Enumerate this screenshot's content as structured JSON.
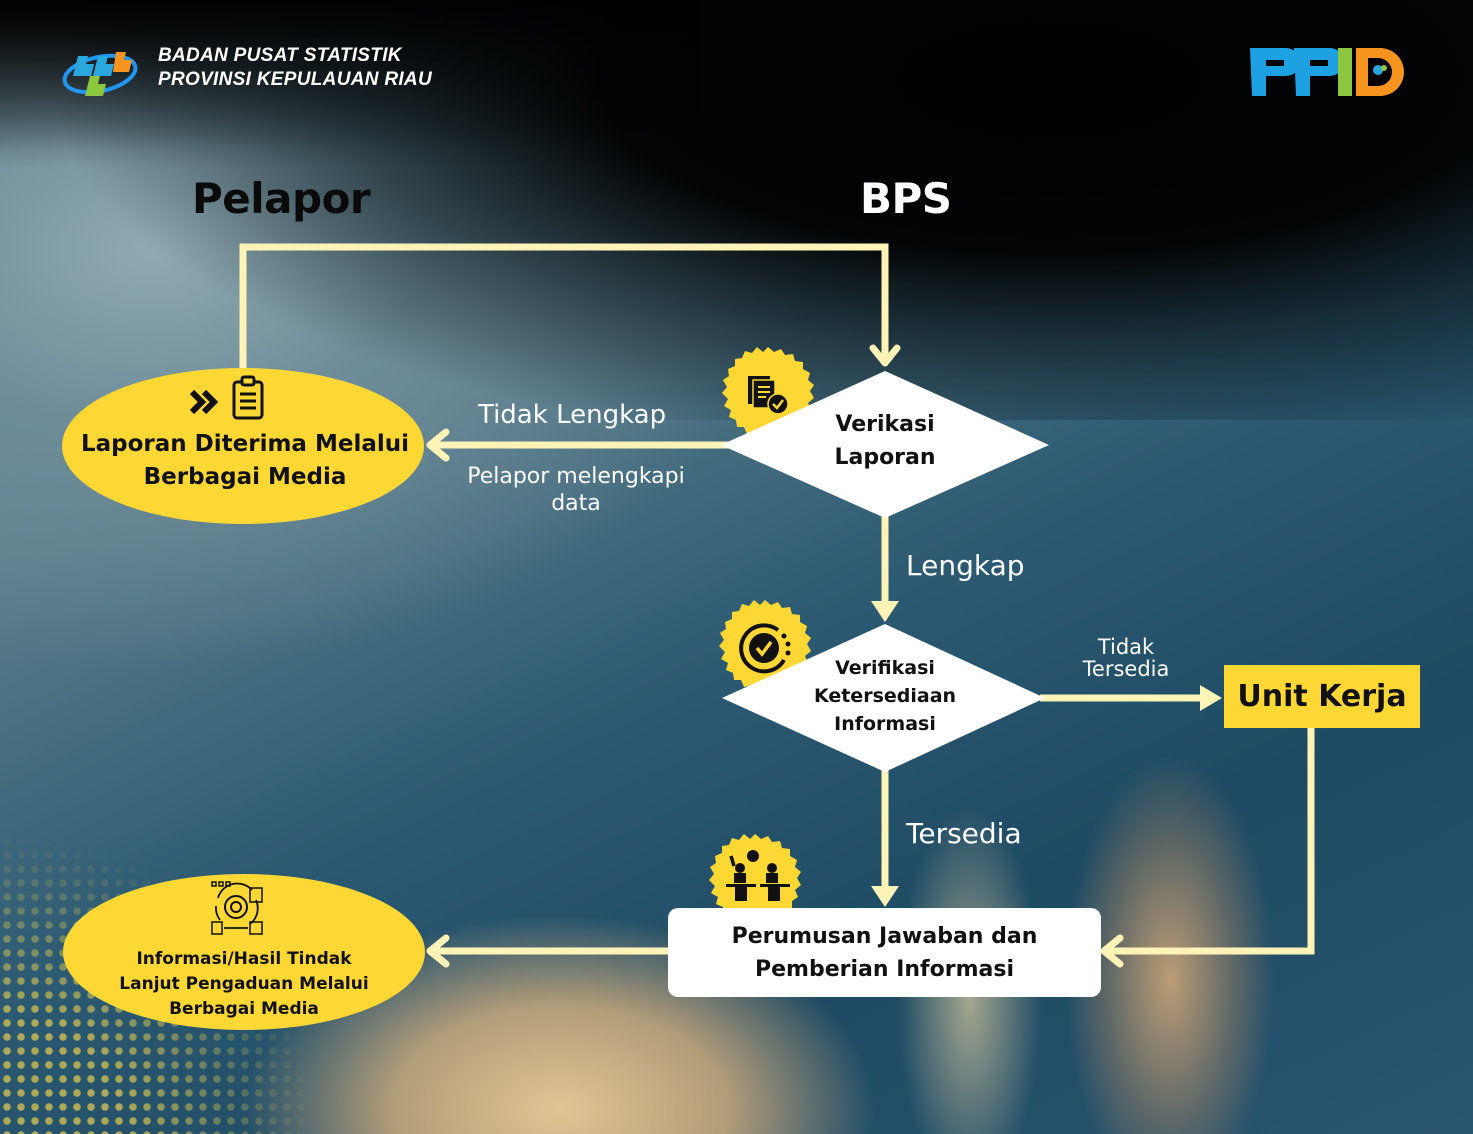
{
  "header": {
    "org_line1": "BADAN PUSAT STATISTIK",
    "org_line2": "PROVINSI KEPULAUAN RIAU",
    "logo_left": "bps-logo-icon",
    "logo_right": "ppid-logo-icon"
  },
  "columns": {
    "left": "Pelapor",
    "right": "BPS"
  },
  "nodes": {
    "laporan": {
      "shape": "ellipse",
      "line1": "Laporan Diterima Melalui",
      "line2": "Berbagai Media",
      "icon": "clipboard-forward-icon"
    },
    "verikasi": {
      "shape": "diamond",
      "line1": "Verikasi",
      "line2": "Laporan",
      "icon": "document-check-icon"
    },
    "verifikasi": {
      "shape": "diamond",
      "line1": "Verifikasi",
      "line2": "Ketersediaan",
      "line3": "Informasi",
      "icon": "progress-check-icon"
    },
    "unit_kerja": {
      "shape": "rectangle",
      "label": "Unit Kerja"
    },
    "perumusan": {
      "shape": "rounded-rectangle",
      "line1": "Perumusan Jawaban dan",
      "line2": "Pemberian Informasi",
      "icon": "discussion-podium-icon"
    },
    "informasi": {
      "shape": "ellipse",
      "line1": "Informasi/Hasil Tindak",
      "line2": "Lanjut Pengaduan Melalui",
      "line3": "Berbagai Media",
      "icon": "process-gear-icon"
    }
  },
  "edges": {
    "tidak_lengkap": "Tidak Lengkap",
    "pelapor_melengkapi_1": "Pelapor melengkapi",
    "pelapor_melengkapi_2": "data",
    "lengkap": "Lengkap",
    "tidak_tersedia_1": "Tidak",
    "tidak_tersedia_2": "Tersedia",
    "tersedia": "Tersedia"
  },
  "colors": {
    "node_yellow": "#fdd835",
    "arrow": "#fff3b8",
    "node_white": "#ffffff",
    "text_dark": "#111111"
  }
}
